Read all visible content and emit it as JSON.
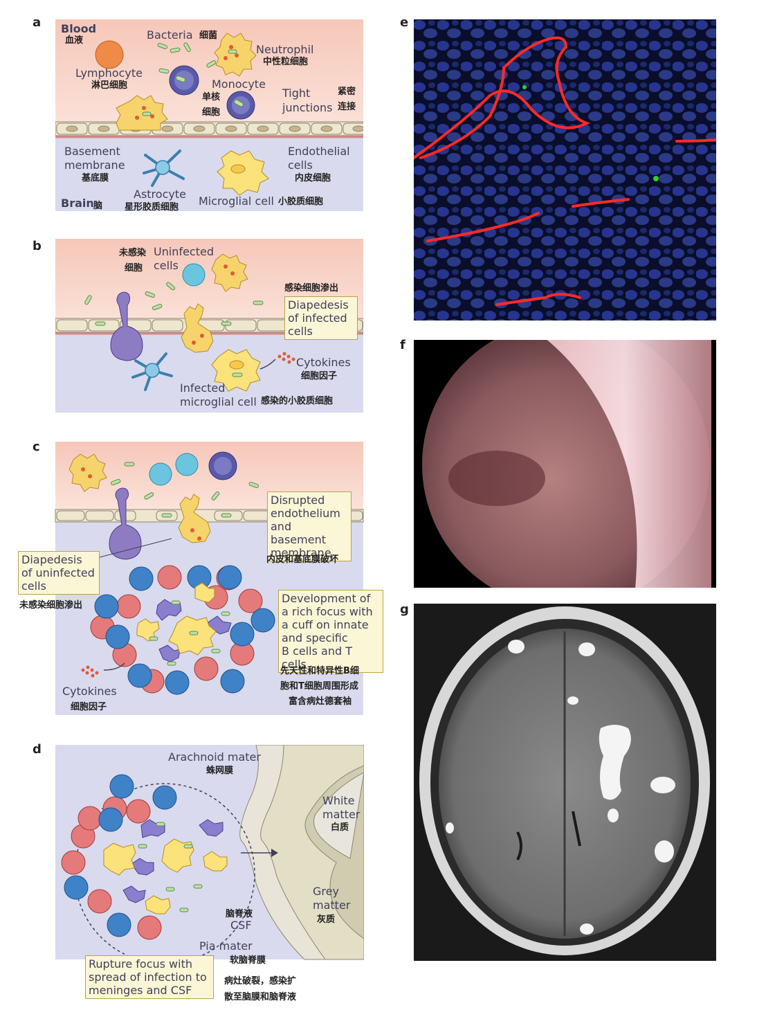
{
  "panels": {
    "a": {
      "letter": "a",
      "blood": "Blood",
      "blood_zh": "血液",
      "bacteria": "Bacteria",
      "bacteria_zh": "细菌",
      "neutrophil": "Neutrophil",
      "neutrophil_zh": "中性粒细胞",
      "lymphocyte": "Lymphocyte",
      "lymphocyte_zh": "淋巴细胞",
      "monocyte": "Monocyte",
      "monocyte_zh_1": "单核",
      "monocyte_zh_2": "细胞",
      "tight_1": "Tight",
      "tight_2": "junctions",
      "tight_zh_1": "紧密",
      "tight_zh_2": "连接",
      "basement_1": "Basement",
      "basement_2": "membrane",
      "basement_zh": "基底膜",
      "endothelial_1": "Endothelial",
      "endothelial_2": "cells",
      "endothelial_zh": "内皮细胞",
      "astrocyte": "Astrocyte",
      "astrocyte_zh": "星形胶质细胞",
      "brain": "Brain",
      "brain_zh": "脑",
      "microglial": "Microglial cell",
      "microglial_zh": "小胶质细胞"
    },
    "b": {
      "letter": "b",
      "uninfected_zh_1": "未感染",
      "uninfected_1": "Uninfected",
      "uninfected_zh_2": "细胞",
      "uninfected_2": "cells",
      "diapedesis_zh": "感染细胞渗出",
      "diapedesis_1": "Diapedesis",
      "diapedesis_2": "of infected",
      "diapedesis_3": "cells",
      "cytokines": "Cytokines",
      "cytokines_zh": "细胞因子",
      "infected_1": "Infected",
      "infected_2": "microglial cell",
      "infected_zh": "感染的小胶质细胞"
    },
    "c": {
      "letter": "c",
      "disrupted_1": "Disrupted",
      "disrupted_2": "endothelium",
      "disrupted_3": "and basement",
      "disrupted_4": "membrane",
      "disrupted_zh": "内皮和基底膜破坏",
      "diap_un_1": "Diapedesis",
      "diap_un_2": "of uninfected",
      "diap_un_3": "cells",
      "diap_un_zh": "未感染细胞渗出",
      "dev_1": "Development of",
      "dev_2": "a rich focus with",
      "dev_3": "a cuff on innate",
      "dev_4": "and specific",
      "dev_5": "B cells and T cells",
      "dev_zh_1": "先天性和特异性B细",
      "dev_zh_2": "胞和T细胞周围形成",
      "dev_zh_3": "富含病灶德套袖",
      "cytokines": "Cytokines",
      "cytokines_zh": "细胞因子"
    },
    "d": {
      "letter": "d",
      "arachnoid": "Arachnoid mater",
      "arachnoid_zh": "蛛网膜",
      "white_1": "White",
      "white_2": "matter",
      "white_zh": "白质",
      "grey_1": "Grey",
      "grey_2": "matter",
      "grey_zh": "灰质",
      "csf_zh": "脑脊液",
      "csf": "CSF",
      "pia": "Pia mater",
      "pia_zh": "软脑脊膜",
      "rupture_1": "Rupture focus with",
      "rupture_2": "spread of infection to",
      "rupture_3": "meninges and CSF",
      "rupture_zh_1": "病灶破裂，感染扩",
      "rupture_zh_2": "散至脑膜和脑脊液"
    },
    "e": {
      "letter": "e"
    },
    "f": {
      "letter": "f"
    },
    "g": {
      "letter": "g"
    }
  },
  "colors": {
    "blood_bg": "#f7d6cc",
    "brain_bg": "#d8d9ec",
    "endothelium": "#efe6cf",
    "note_bg": "#fbf6d6",
    "note_border": "#b9a24a"
  }
}
